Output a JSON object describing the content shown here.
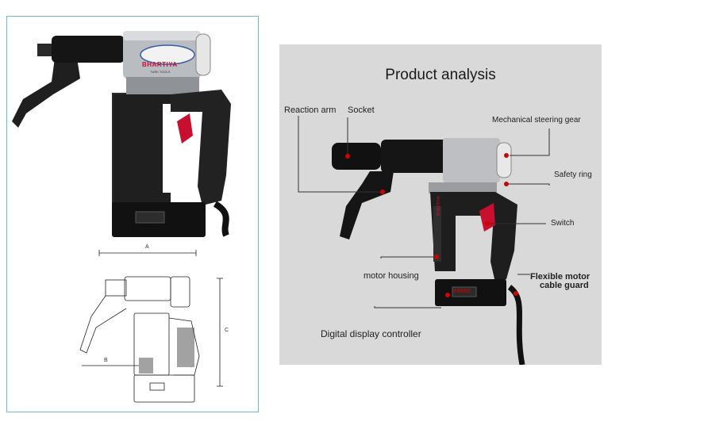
{
  "left": {
    "brand": "BHARTIYA",
    "brand_sub": "TURK TOOLS",
    "dim_a": "A",
    "dim_b": "B",
    "dim_c": "C"
  },
  "right": {
    "title": "Product analysis",
    "labels": {
      "reaction_arm": "Reaction arm",
      "socket": "Socket",
      "mechanical_steering_gear": "Mechanical steering gear",
      "safety_ring": "Safety ring",
      "switch": "Switch",
      "motor_housing": "motor housing",
      "flexible_line1": "Flexible motor",
      "flexible_line2": "cable guard",
      "digital_display": "Digital display controller"
    },
    "brand": "BHARTIYA",
    "display_digits": "88888"
  },
  "colors": {
    "panel_border": "#6fb7d6",
    "panel_bg": "#d9d9d9",
    "callout_dot": "#d40000",
    "trigger": "#c8102e",
    "tool_body": "#1c1c1c"
  }
}
